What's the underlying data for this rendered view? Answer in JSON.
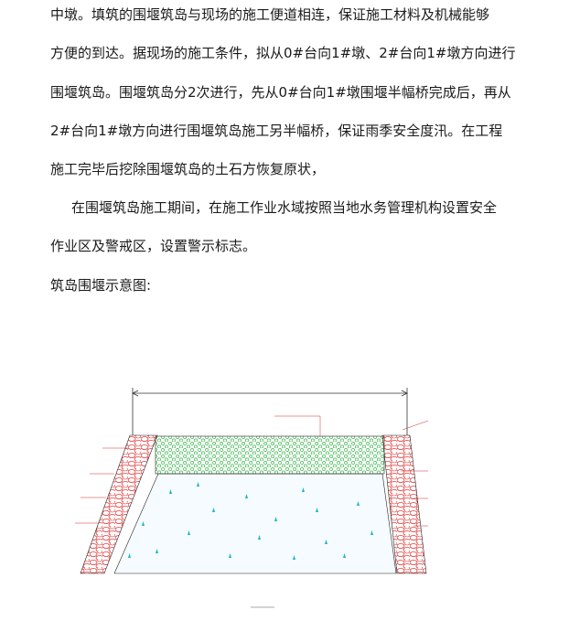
{
  "text": {
    "lines": [
      "中墩。填筑的围堰筑岛与现场的施工便道相连，保证施工材料及机械能够",
      "方便的到达。据现场的施工条件，拟从0#台向1#墩、2#台向1#墩方向进行",
      "围堰筑岛。围堰筑岛分2次进行，先从0#台向1#墩围堰半幅桥完成后，再从",
      "2#台向1#墩方向进行围堰筑岛施工另半幅桥，保证雨季安全度汛。在工程",
      "施工完毕后挖除围堰筑岛的土石方恢复原状，",
      "在围堰筑岛施工期间，在施工作业水域按照当地水务管理机构设置安全",
      "作业区及警戒区，设置警示标志。",
      "筑岛围堰示意图:"
    ]
  },
  "colors": {
    "text": "#1a1a1a",
    "wall_red": "#e03131",
    "gravel_green": "#39b54a",
    "fill_cyan": "#19b5c9",
    "annotation": "#d02a2a",
    "dimension": "#333333"
  }
}
